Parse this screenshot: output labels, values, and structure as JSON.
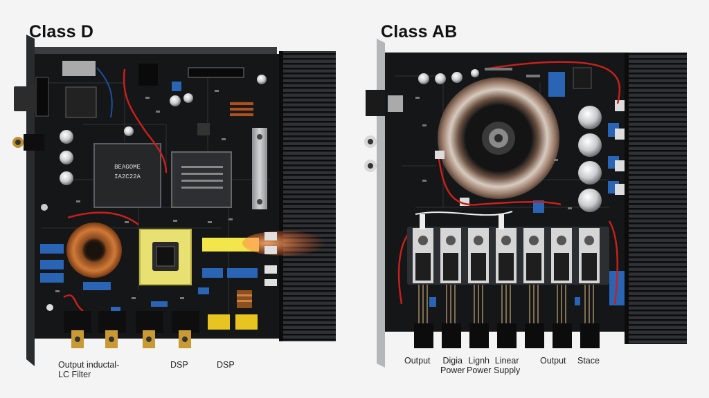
{
  "left_panel": {
    "title": "Class D",
    "chip_label_1": "BEAGOME",
    "chip_label_2": "IA2C22A",
    "labels": {
      "output_filter": [
        "Output inductal-",
        "LC Filter"
      ],
      "dsp_1": "DSP",
      "dsp_2": "DSP"
    }
  },
  "right_panel": {
    "title": "Class AB",
    "labels": {
      "output_1": "Output",
      "digia_power": [
        "Digia",
        "Power"
      ],
      "lignh_power": [
        "Lignh",
        "Power"
      ],
      "linear_supply": [
        "Linear",
        "Supply"
      ],
      "output_2": "Output",
      "stace": "Stace"
    }
  },
  "colors": {
    "background": "#f4f4f4",
    "board": "#151617",
    "heatsink": "#1c1d1f",
    "copper_toroid": "#b8642a",
    "yellow_transformer": "#e8e070",
    "blue_capacitor": "#2a64b4",
    "red_wire": "#c8201c",
    "panel_silver": "#b4b6b8"
  }
}
